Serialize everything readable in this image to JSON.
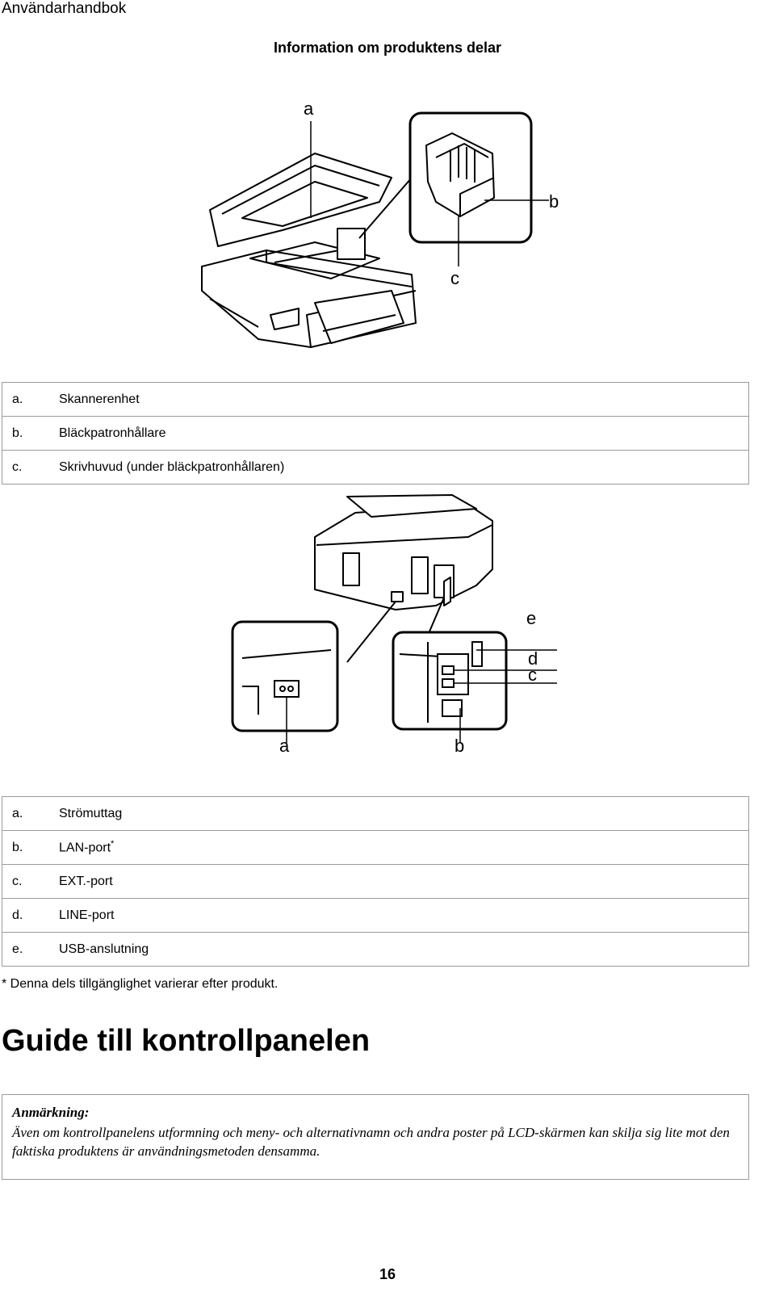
{
  "header": {
    "title": "Användarhandbok"
  },
  "section": {
    "title": "Information om produktens delar"
  },
  "figure1": {
    "labels": {
      "a": "a",
      "b": "b",
      "c": "c"
    }
  },
  "table1": {
    "rows": [
      {
        "key": "a.",
        "value": "Skannerenhet"
      },
      {
        "key": "b.",
        "value": "Bläckpatronhållare"
      },
      {
        "key": "c.",
        "value": "Skrivhuvud (under bläckpatronhållaren)"
      }
    ]
  },
  "figure2": {
    "labels": {
      "a": "a",
      "b": "b",
      "c": "c",
      "d": "d",
      "e": "e"
    }
  },
  "table2": {
    "rows": [
      {
        "key": "a.",
        "value": "Strömuttag"
      },
      {
        "key": "b.",
        "value": "LAN-port",
        "sup": "*"
      },
      {
        "key": "c.",
        "value": "EXT.-port"
      },
      {
        "key": "d.",
        "value": "LINE-port"
      },
      {
        "key": "e.",
        "value": "USB-anslutning"
      }
    ]
  },
  "footnote": "* Denna dels tillgänglighet varierar efter produkt.",
  "guide": {
    "title": "Guide till kontrollpanelen"
  },
  "note": {
    "title": "Anmärkning:",
    "body": "Även om kontrollpanelens utformning och meny- och alternativnamn och andra poster på LCD-skärmen kan skilja sig lite mot den faktiska produktens är användningsmetoden densamma."
  },
  "page": {
    "number": "16"
  }
}
